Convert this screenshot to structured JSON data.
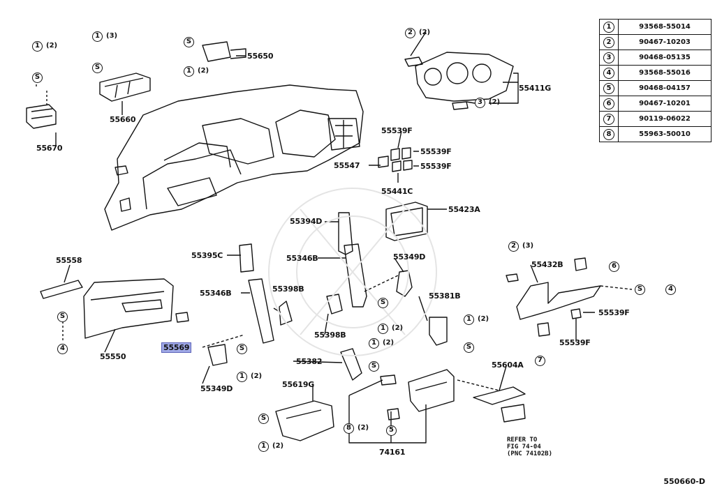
{
  "legend": [
    {
      "key": "1",
      "part": "93568-55014"
    },
    {
      "key": "2",
      "part": "90467-10203"
    },
    {
      "key": "3",
      "part": "90468-05135"
    },
    {
      "key": "4",
      "part": "93568-55016"
    },
    {
      "key": "5",
      "part": "90468-04157"
    },
    {
      "key": "6",
      "part": "90467-10201"
    },
    {
      "key": "7",
      "part": "90119-06022"
    },
    {
      "key": "8",
      "part": "55963-50010"
    }
  ],
  "parts": {
    "p55670": "55670",
    "p55660": "55660",
    "p55650": "55650",
    "p55411g": "55411G",
    "p55539f_a": "55539F",
    "p55539f_b": "55539F",
    "p55539f_c": "55539F",
    "p55547": "55547",
    "p55441c": "55441C",
    "p55423a": "55423A",
    "p55394d": "55394D",
    "p55395c": "55395C",
    "p55346b_a": "55346B",
    "p55346b_b": "55346B",
    "p55349d_a": "55349D",
    "p55349d_b": "55349D",
    "p55398b_a": "55398B",
    "p55398b_b": "55398B",
    "p55381b": "55381B",
    "p55432b": "55432B",
    "p55539f_d": "55539F",
    "p55539f_e": "55539F",
    "p55558": "55558",
    "p55550": "55550",
    "p55569": "55569",
    "p55382": "55382",
    "p55619g": "55619G",
    "p55604a": "55604A",
    "p74161": "74161"
  },
  "callouts": {
    "s": "S",
    "one": "1",
    "two": "2",
    "three": "3",
    "four": "4",
    "five": "5",
    "six": "6",
    "seven": "7",
    "eight": "8",
    "q2": "(2)",
    "q3": "(3)"
  },
  "refer_note": "REFER TO\nFIG 74-04\n(PNC 74102B)",
  "doc_id": "550660-D",
  "highlight_color": "#9fa8e6"
}
